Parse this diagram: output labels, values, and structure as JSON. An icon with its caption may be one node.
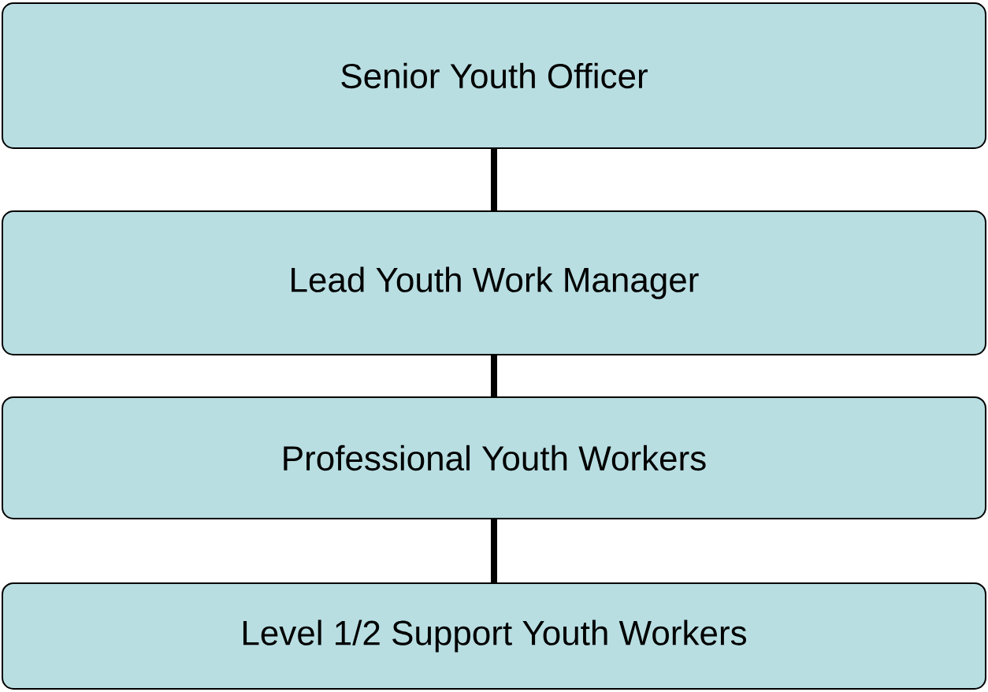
{
  "diagram": {
    "nodes": [
      {
        "text": [
          "Senior Youth Officer"
        ]
      },
      {
        "text": [
          "Lead Youth Work Manager"
        ]
      },
      {
        "text": [
          "Professional Youth Workers"
        ]
      },
      {
        "text": [
          "Level 1/2 Support Youth Workers"
        ]
      }
    ],
    "edges": [
      {
        "from": 0,
        "to": 1,
        "arrow": "none"
      },
      {
        "from": 1,
        "to": 2,
        "arrow": "none"
      },
      {
        "from": 2,
        "to": 3,
        "arrow": "none"
      }
    ]
  }
}
